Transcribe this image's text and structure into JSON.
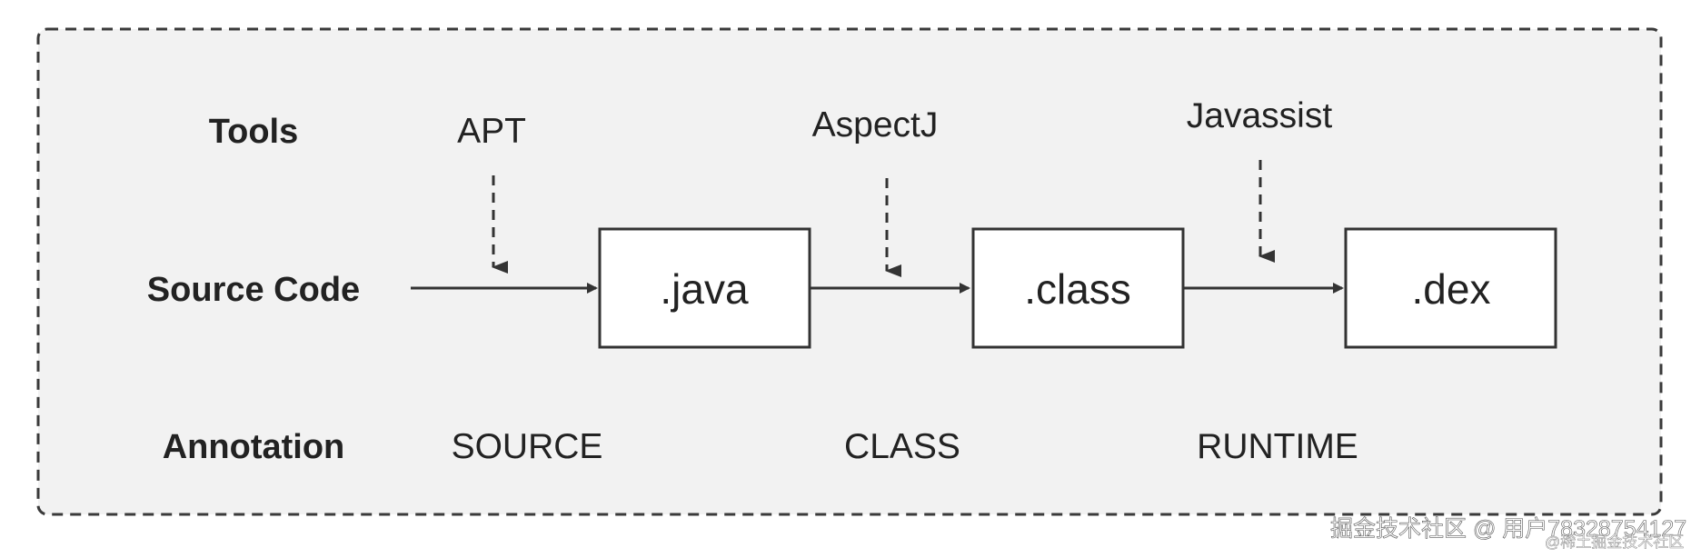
{
  "rows": {
    "tools": "Tools",
    "source_code": "Source Code",
    "annotation": "Annotation"
  },
  "tools": [
    "APT",
    "AspectJ",
    "Javassist"
  ],
  "stages": [
    ".java",
    ".class",
    ".dex"
  ],
  "retention": [
    "SOURCE",
    "CLASS",
    "RUNTIME"
  ],
  "watermark": {
    "main": "掘金技术社区 @ 用户7832875412​7",
    "sub": "@稀土掘金技术社区"
  },
  "colors": {
    "panel_bg": "#f2f2f2",
    "panel_border": "#3a3a3a",
    "box_fill": "#ffffff",
    "stroke": "#333333",
    "text": "#222222"
  }
}
